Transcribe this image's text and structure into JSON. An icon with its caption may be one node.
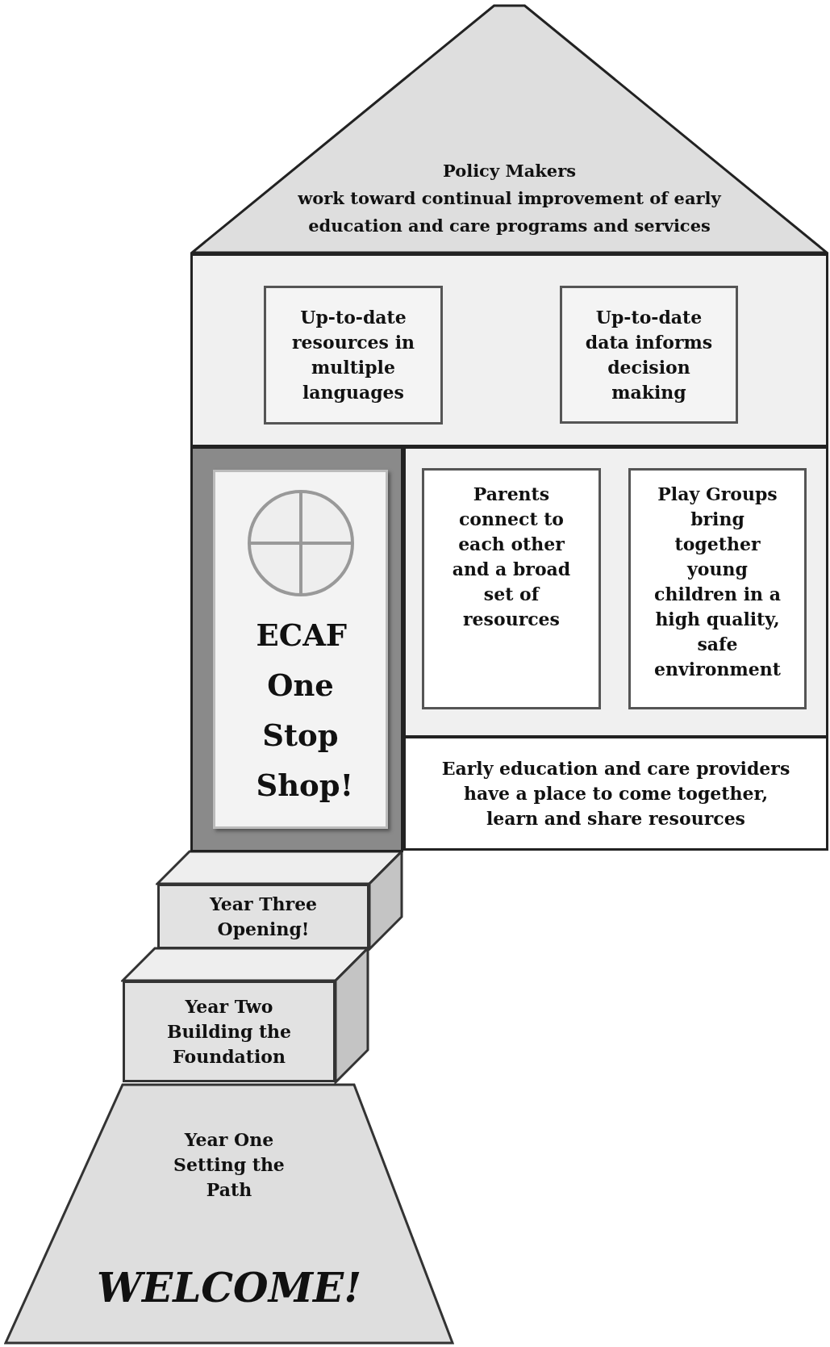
{
  "diagram": {
    "nodes": [
      {
        "text": [
          "Policy Makers",
          "work toward continual improvement of early education and care programs and services"
        ]
      },
      {
        "text": [],
        "shape": "box"
      },
      {
        "text": [
          "Up-to-date resources in multiple languages"
        ],
        "in": 1
      },
      {
        "text": [
          "Up-to-date data informs decision making"
        ],
        "in": 1
      },
      {
        "text": [],
        "shape": "box"
      },
      {
        "text": [
          "ECAF One Stop Shop!"
        ],
        "in": 4
      },
      {
        "text": [],
        "shape": "box"
      },
      {
        "text": [
          "Parents connect to each other and a broad set of resources"
        ],
        "in": 6
      },
      {
        "text": [
          "Play Groups bring together young children in a high quality, safe environment"
        ],
        "in": 6
      },
      {
        "text": [
          "Early education and care providers have a place to come together, learn and share resources"
        ]
      },
      {
        "text": [
          "Year Three Opening!"
        ]
      },
      {
        "text": [
          "Year Two Building the Foundation"
        ]
      },
      {
        "text": [
          "Year One Setting the Path",
          "WELCOME!"
        ]
      }
    ],
    "edges": []
  }
}
